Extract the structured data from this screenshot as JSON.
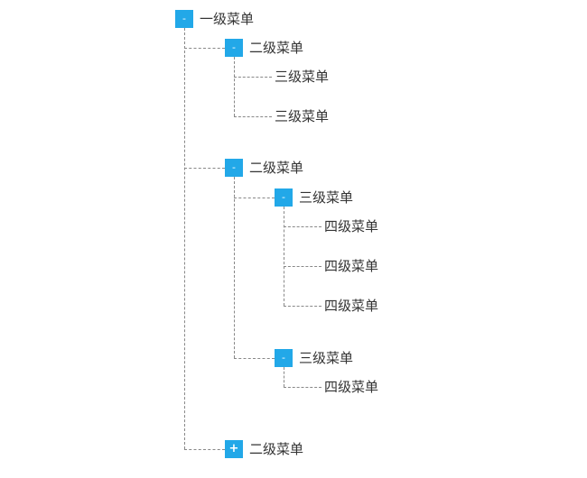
{
  "tree": {
    "root": {
      "label": "一级菜单",
      "toggle": "-"
    },
    "children": [
      {
        "label": "二级菜单",
        "toggle": "-",
        "children": [
          {
            "label": "三级菜单"
          },
          {
            "label": "三级菜单"
          }
        ]
      },
      {
        "label": "二级菜单",
        "toggle": "-",
        "children": [
          {
            "label": "三级菜单",
            "toggle": "-",
            "children": [
              {
                "label": "四级菜单"
              },
              {
                "label": "四级菜单"
              },
              {
                "label": "四级菜单"
              }
            ]
          },
          {
            "label": "三级菜单",
            "toggle": "-",
            "children": [
              {
                "label": "四级菜单"
              }
            ]
          }
        ]
      },
      {
        "label": "二级菜单",
        "toggle": "+"
      }
    ]
  },
  "colors": {
    "toggle_bg": "#22a8e8",
    "connector": "#888888",
    "text": "#333333"
  },
  "icons": {
    "expanded": "collapse-minus-icon",
    "collapsed": "expand-plus-icon"
  }
}
